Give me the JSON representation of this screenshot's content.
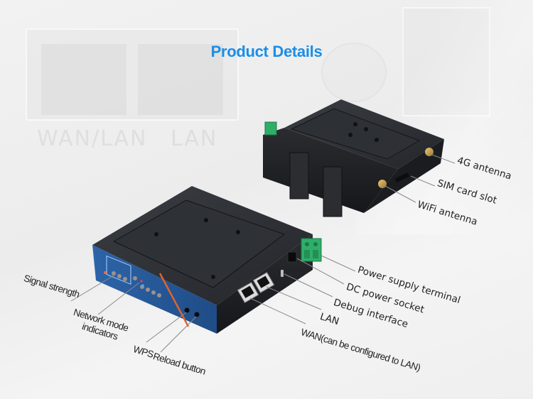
{
  "title": "Product Details",
  "background": {
    "faded_port_labels": [
      "WAN/LAN",
      "LAN"
    ]
  },
  "colors": {
    "title": "#1a8ee6",
    "device_body": "#1e2024",
    "front_panel": "#2a5b9a",
    "accent_stripe": "#e0632c",
    "terminal_green": "#2fae6a",
    "antenna_gold": "#c9a24a",
    "label_text": "#222222",
    "leader_line": "#8a8a8a"
  },
  "callouts": {
    "top_device": [
      {
        "id": "4g-antenna",
        "label": "4G antenna"
      },
      {
        "id": "sim-card-slot",
        "label": "SIM card slot"
      },
      {
        "id": "wifi-antenna",
        "label": "WiFi antenna"
      }
    ],
    "bottom_device_right": [
      {
        "id": "power-supply-terminal",
        "label": "Power supply terminal"
      },
      {
        "id": "dc-power-socket",
        "label": "DC power socket"
      },
      {
        "id": "debug-interface",
        "label": "Debug interface"
      },
      {
        "id": "lan",
        "label": "LAN"
      },
      {
        "id": "wan",
        "label": "WAN(can be configured to LAN)"
      }
    ],
    "bottom_device_left": [
      {
        "id": "signal-strength",
        "label": "Signal strength"
      },
      {
        "id": "network-mode-indicators",
        "label": "Network mode indicators",
        "line1": "Network mode",
        "line2": "indicators"
      },
      {
        "id": "wps",
        "label": "WPS"
      },
      {
        "id": "reload-button",
        "label": "Reload button"
      }
    ]
  }
}
